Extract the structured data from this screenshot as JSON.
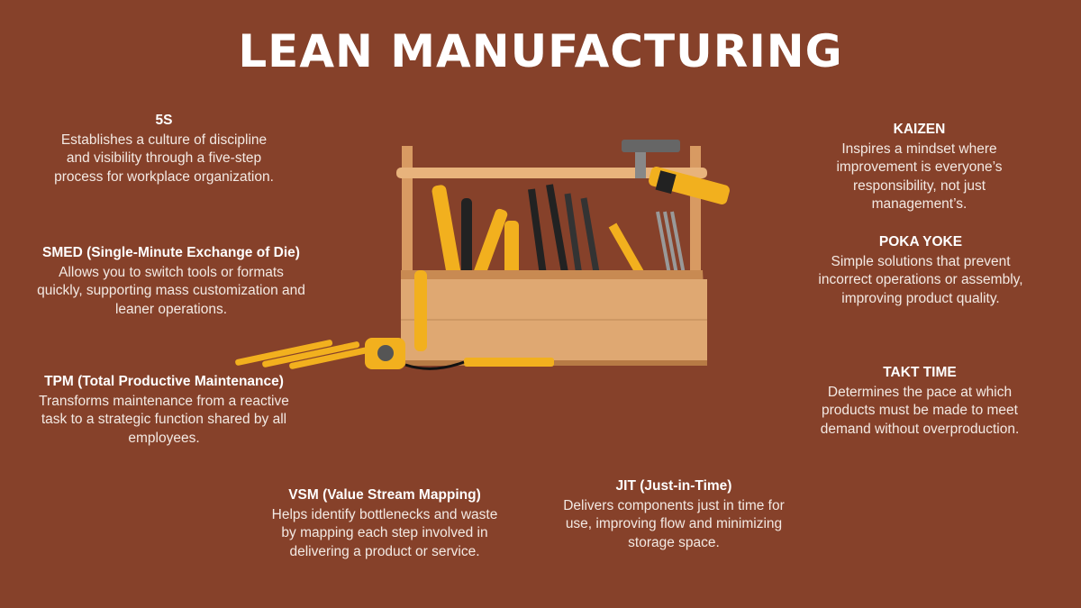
{
  "title": "LEAN MANUFACTURING",
  "concepts": [
    {
      "title": "5S",
      "text": "Establishes a culture of discipline and visibility through a five-step process for workplace organization."
    },
    {
      "title": "SMED (Single-Minute Exchange of Die)",
      "text": "Allows you to switch tools or formats quickly, supporting mass customization and leaner operations."
    },
    {
      "title": "TPM (Total Productive Maintenance)",
      "text": "Transforms maintenance from a reactive task to a strategic function shared by all employees."
    },
    {
      "title": "VSM (Value Stream Mapping)",
      "text": "Helps identify bottlenecks and waste by mapping each step involved in delivering a product or service."
    },
    {
      "title": "JIT (Just-in-Time)",
      "text": "Delivers components just in time for use, improving flow and minimizing storage space."
    },
    {
      "title": "KAIZEN",
      "text": "Inspires a mindset where improvement is everyone’s responsibility, not just management’s."
    },
    {
      "title": "POKA YOKE",
      "text": "Simple solutions that prevent incorrect operations or assembly, improving product quality."
    },
    {
      "title": "TAKT TIME",
      "text": "Determines the pace at which products must be made to meet demand without overproduction."
    }
  ],
  "colors": {
    "background": "#86412a",
    "text": "#f3e9e3",
    "wood": "#dfa872",
    "tool_yellow": "#f2b01e"
  }
}
